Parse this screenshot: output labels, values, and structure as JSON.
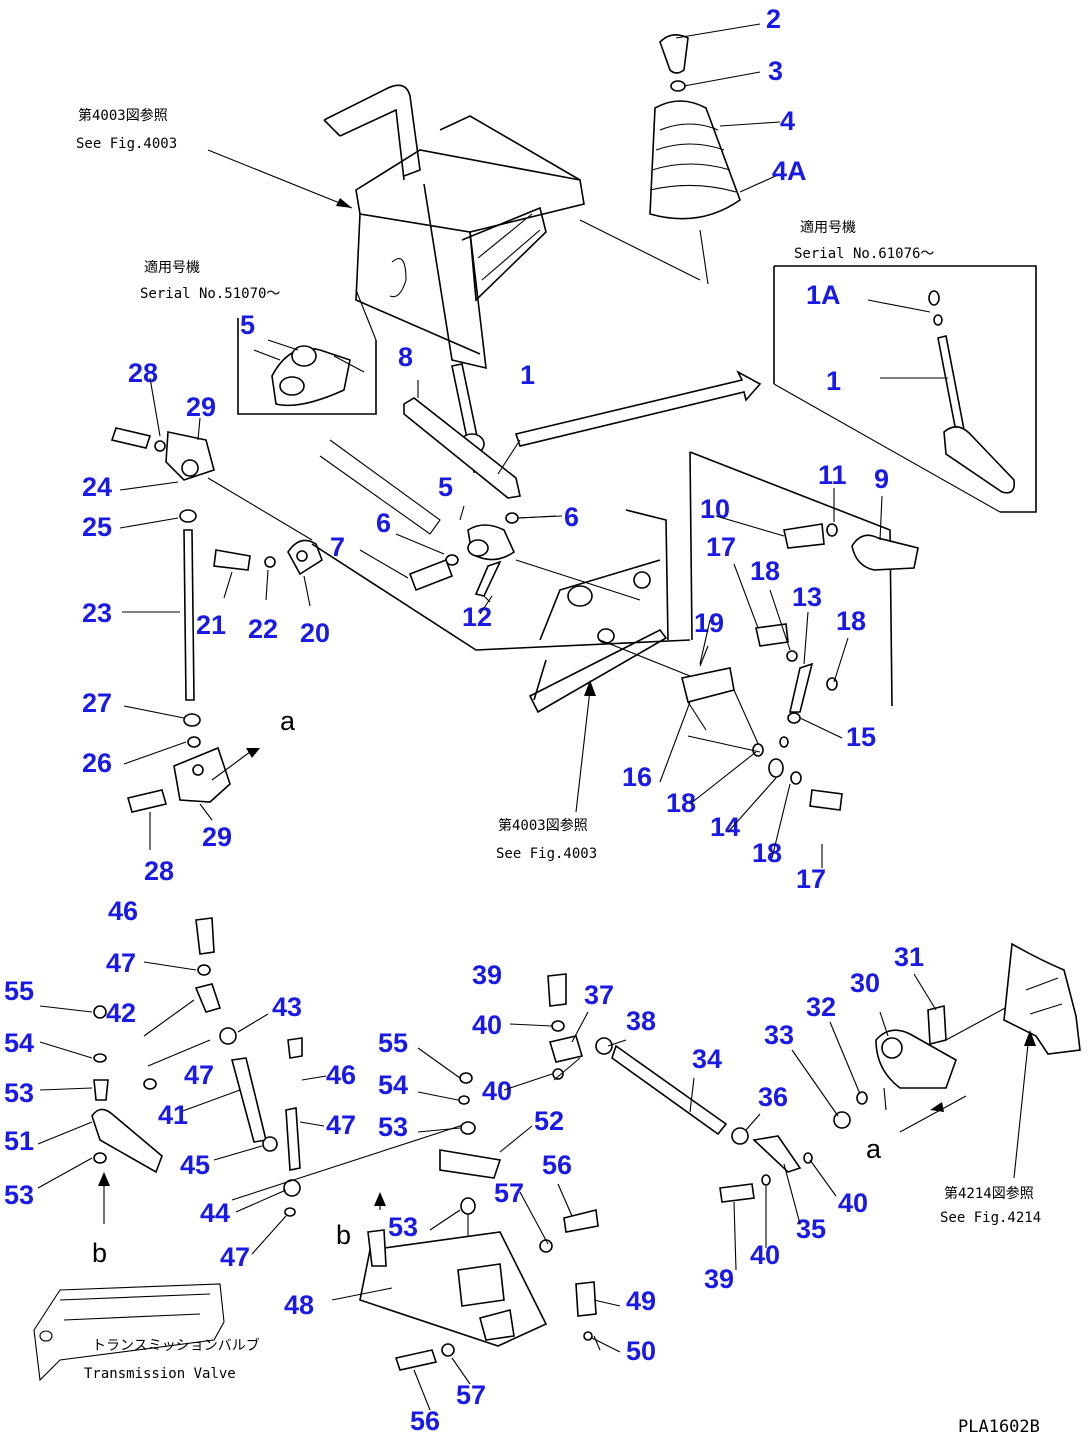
{
  "title_code": "PLA1602B",
  "callouts": {
    "n1": "1",
    "n1b": "1",
    "n1A": "1A",
    "n2": "2",
    "n3": "3",
    "n4": "4",
    "n4A": "4A",
    "n5a": "5",
    "n5b": "5",
    "n6a": "6",
    "n6b": "6",
    "n7": "7",
    "n8": "8",
    "n9": "9",
    "n10": "10",
    "n11": "11",
    "n12": "12",
    "n13": "13",
    "n14": "14",
    "n15": "15",
    "n16": "16",
    "n17a": "17",
    "n17b": "17",
    "n18a": "18",
    "n18b": "18",
    "n18c": "18",
    "n18d": "18",
    "n19": "19",
    "n20": "20",
    "n21": "21",
    "n22": "22",
    "n23": "23",
    "n24": "24",
    "n25": "25",
    "n26": "26",
    "n27": "27",
    "n28a": "28",
    "n28b": "28",
    "n29a": "29",
    "n29b": "29",
    "n30": "30",
    "n31": "31",
    "n32": "32",
    "n33": "33",
    "n34": "34",
    "n35": "35",
    "n36": "36",
    "n37": "37",
    "n38": "38",
    "n39a": "39",
    "n39b": "39",
    "n40a": "40",
    "n40b": "40",
    "n40c": "40",
    "n40d": "40",
    "n41": "41",
    "n42": "42",
    "n43": "43",
    "n44": "44",
    "n45": "45",
    "n46a": "46",
    "n46b": "46",
    "n47a": "47",
    "n47b": "47",
    "n47c": "47",
    "n47d": "47",
    "n48": "48",
    "n49": "49",
    "n50": "50",
    "n51": "51",
    "n52": "52",
    "n53a": "53",
    "n53b": "53",
    "n53c": "53",
    "n53d": "53",
    "n54a": "54",
    "n54b": "54",
    "n55a": "55",
    "n55b": "55",
    "n56a": "56",
    "n56b": "56",
    "n57a": "57",
    "n57b": "57"
  },
  "notes": {
    "fig4003_top_jp": "第4003図参照",
    "fig4003_top_en": "See Fig.4003",
    "serial_left_jp": "適用号機",
    "serial_left_en": "Serial No.51070～",
    "serial_right_jp": "適用号機",
    "serial_right_en": "Serial No.61076～",
    "fig4003_mid_jp": "第4003図参照",
    "fig4003_mid_en": "See Fig.4003",
    "fig4214_jp": "第4214図参照",
    "fig4214_en": "See Fig.4214",
    "valve_jp": "トランスミッションバルブ",
    "valve_en": "Transmission Valve",
    "ref_a1": "a",
    "ref_a2": "a",
    "ref_b1": "b",
    "ref_b2": "b"
  },
  "colors": {
    "callout": "#1a1ae6",
    "line": "#000000",
    "background": "#ffffff"
  }
}
